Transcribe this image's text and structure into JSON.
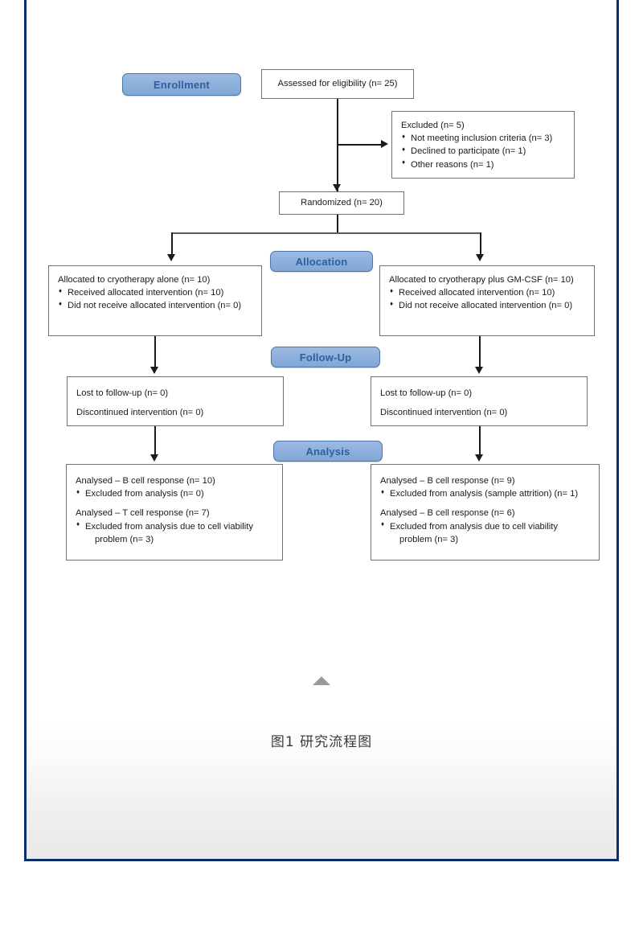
{
  "page": {
    "caption": "图1 研究流程图",
    "border_color": "#0b2f6b",
    "badge_fill": "#8db0dc",
    "badge_text_color": "#2e5f9e"
  },
  "badges": {
    "enrollment": "Enrollment",
    "allocation": "Allocation",
    "followup": "Follow-Up",
    "analysis": "Analysis"
  },
  "flow": {
    "assessed": "Assessed for eligibility (n= 25)",
    "excluded": {
      "title": "Excluded (n= 5)",
      "items": [
        "Not meeting inclusion criteria (n= 3)",
        "Declined to participate (n= 1)",
        "Other reasons (n= 1)"
      ]
    },
    "randomized": "Randomized (n= 20)",
    "allocation_left": {
      "title": "Allocated to cryotherapy alone (n= 10)",
      "items": [
        "Received allocated intervention (n= 10)",
        "Did not receive allocated intervention (n= 0)"
      ]
    },
    "allocation_right": {
      "title": "Allocated to cryotherapy plus GM-CSF (n= 10)",
      "items": [
        "Received allocated intervention (n= 10)",
        "Did not receive allocated intervention (n= 0)"
      ]
    },
    "followup_left": {
      "line1": "Lost to follow-up (n= 0)",
      "line2": "Discontinued intervention (n= 0)"
    },
    "followup_right": {
      "line1": "Lost to follow-up (n= 0)",
      "line2": "Discontinued intervention (n= 0)"
    },
    "analysis_left": {
      "title1": "Analysed – B cell response (n= 10)",
      "item1": "Excluded from analysis (n= 0)",
      "title2": "Analysed – T cell response (n= 7)",
      "item2": "Excluded from analysis due to cell viability problem (n= 3)"
    },
    "analysis_right": {
      "title1": "Analysed – B cell response (n= 9)",
      "item1": "Excluded from analysis (sample attrition) (n= 1)",
      "title2": "Analysed – B cell response (n= 6)",
      "item2": "Excluded from analysis due to cell viability problem (n= 3)"
    }
  }
}
